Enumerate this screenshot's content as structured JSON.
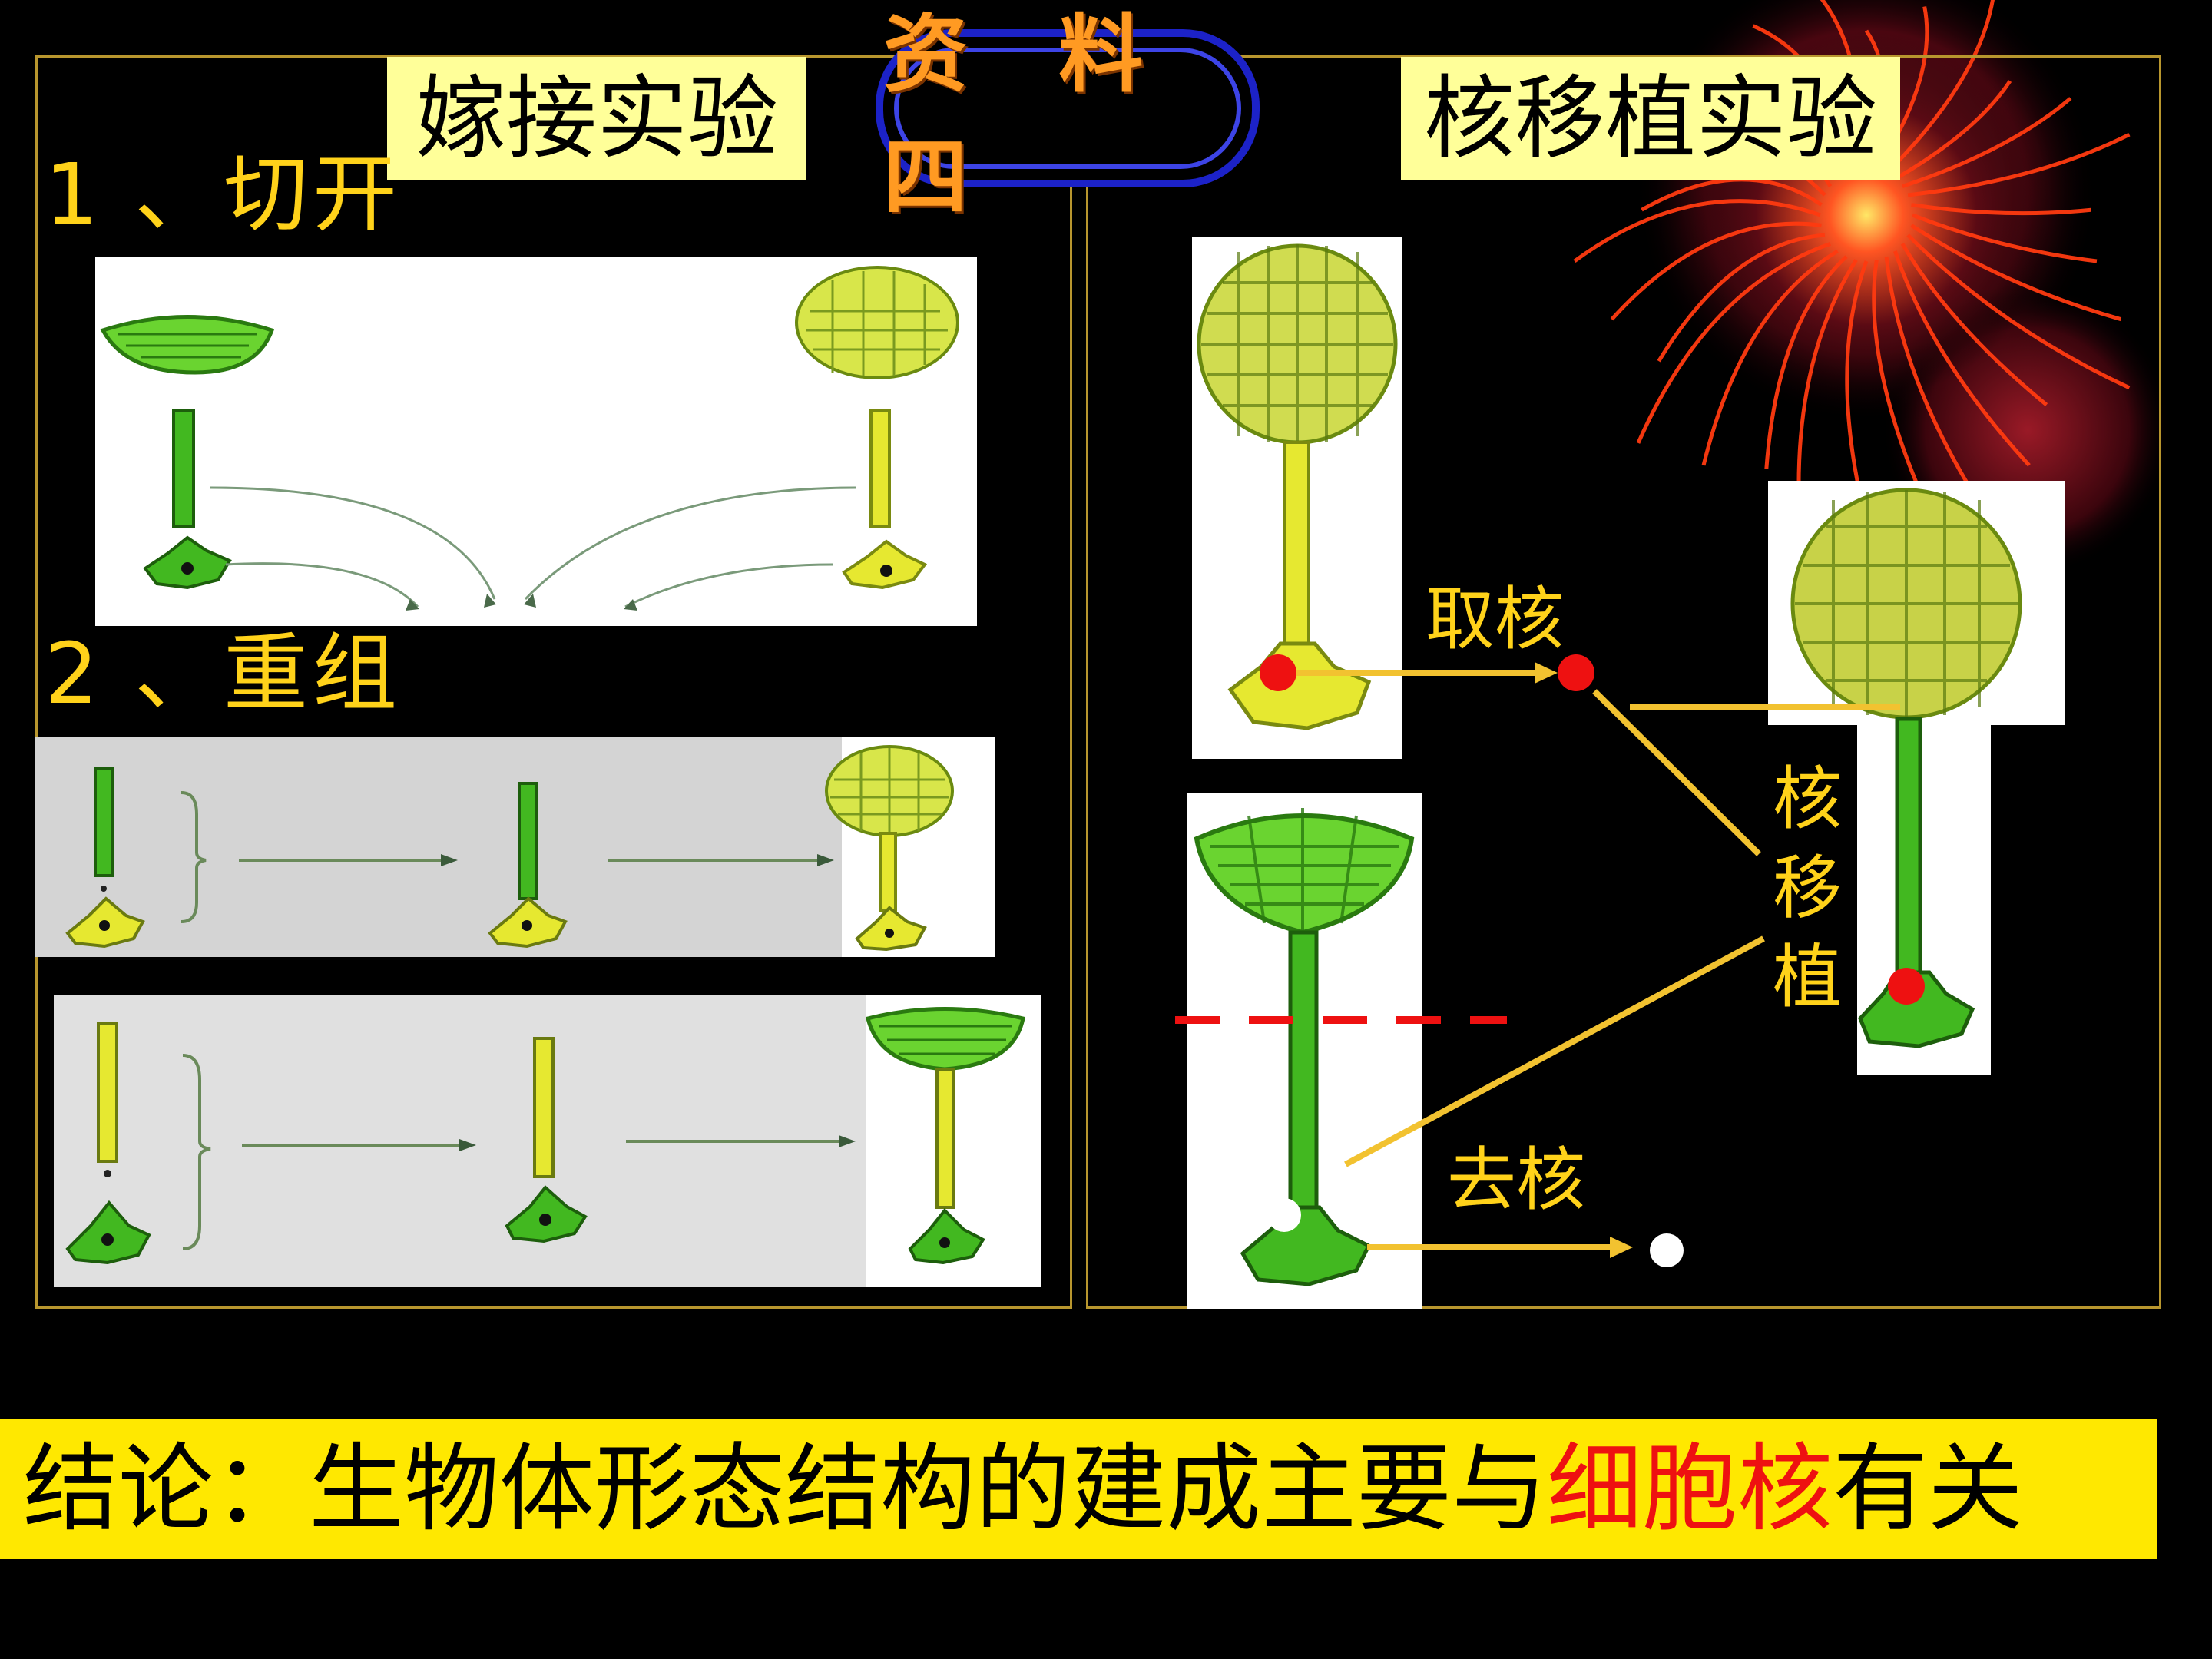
{
  "title": "资 料 四",
  "left_panel": {
    "tag": "嫁接实验",
    "step1": "1 、切开",
    "step2": "2 、重组"
  },
  "right_panel": {
    "tag": "核移植实验",
    "take_nucleus": "取核",
    "remove_nucleus": "去核",
    "transplant": [
      "核",
      "移",
      "植"
    ]
  },
  "conclusion": {
    "prefix": "结论：生物体形态结构的建成主要与",
    "highlight": "细胞核",
    "suffix": "有关"
  },
  "colors": {
    "label_yellow": "#ffd21a",
    "tag_bg": "#ffff99",
    "conclusion_bg": "#ffe800",
    "highlight_red": "#ee1111",
    "title_orange": "#ff9a22",
    "badge_blue": "#1c22c8",
    "nucleus_red": "#ee1111",
    "cap_green": "#5fd32a",
    "cap_yellow": "#d8e84a"
  }
}
